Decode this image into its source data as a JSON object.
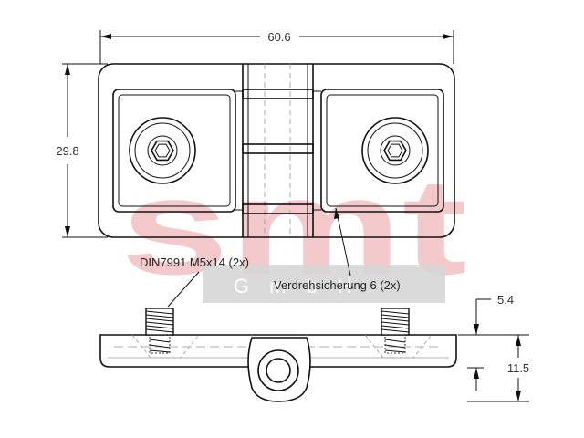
{
  "dimensions": {
    "width": "60.6",
    "height": "29.8",
    "top_offset": "5.4",
    "side_height": "11.5"
  },
  "callouts": {
    "screw": "DIN7991 M5x14 (2x)",
    "anti_rotation": "Verdrehsicherung 6 (2x)"
  },
  "watermark": {
    "brand": "smt",
    "suffix": "GmbH"
  }
}
